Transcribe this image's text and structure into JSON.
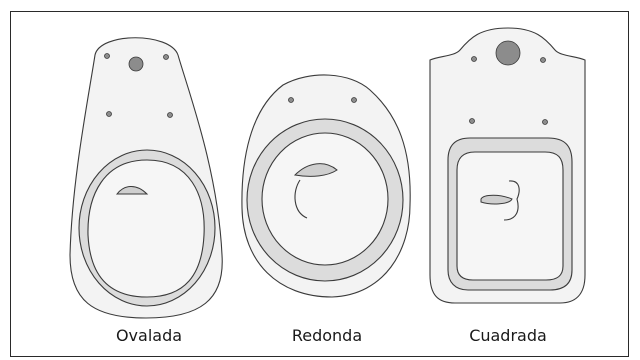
{
  "labels": {
    "oval": "Ovalada",
    "round": "Redonda",
    "square": "Cuadrada"
  },
  "colors": {
    "outline": "#3a3a3a",
    "body_fill": "#f3f3f3",
    "rim_fill": "#dcdcdc",
    "hole_fill": "#8c8c8c"
  }
}
